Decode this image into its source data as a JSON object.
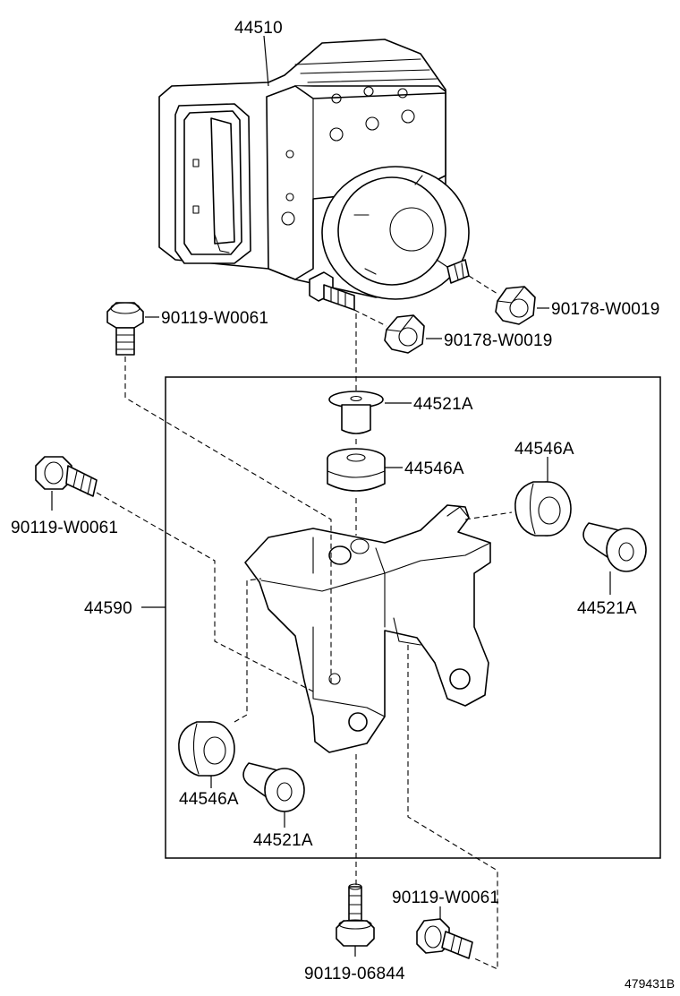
{
  "diagram": {
    "footer_code": "479431B",
    "callouts": {
      "actuator": "44510",
      "nut_right": "90178-W0019",
      "nut_center": "90178-W0019",
      "bolt_top_left": "90119-W0061",
      "bolt_mid_left": "90119-W0061",
      "bolt_bottom_right": "90119-W0061",
      "bolt_bottom_center": "90119-06844",
      "bracket": "44590",
      "collar_top": "44521A",
      "collar_right": "44521A",
      "collar_bottom": "44521A",
      "cushion_top": "44546A",
      "cushion_right": "44546A",
      "cushion_bottom": "44546A"
    }
  }
}
